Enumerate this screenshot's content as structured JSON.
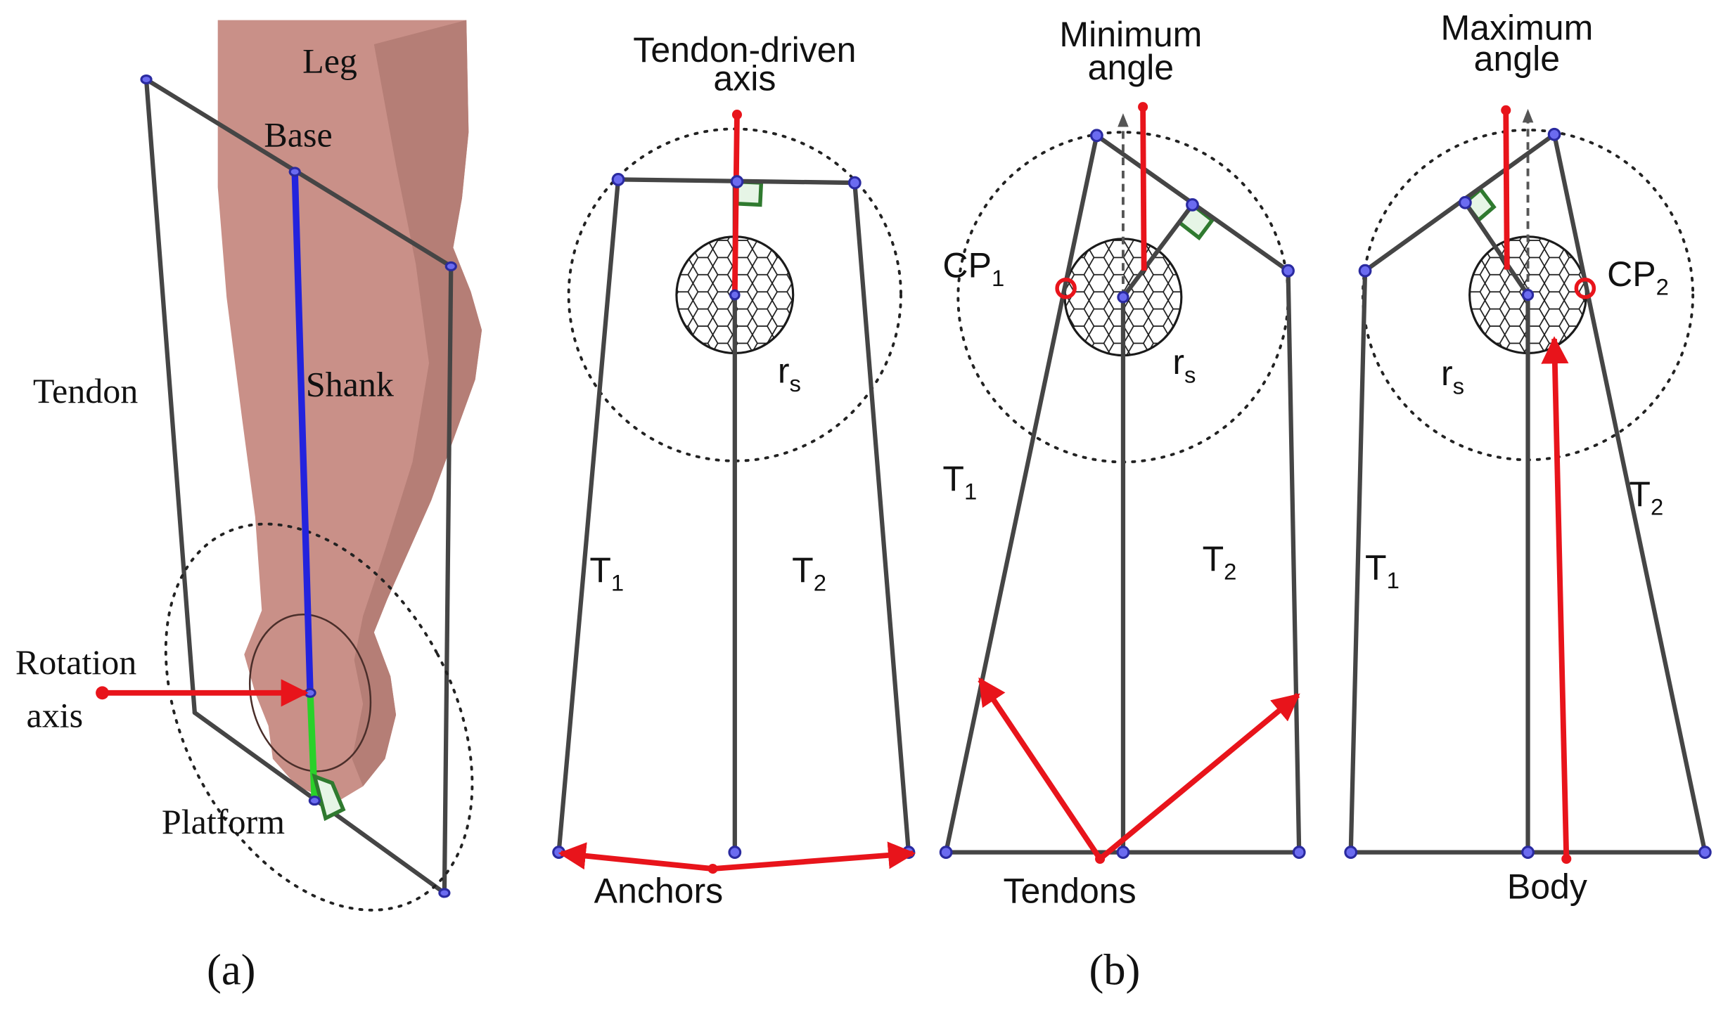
{
  "colors": {
    "leg": "#c99088",
    "leg_dark": "#9a6a62",
    "tendon_line": "#454545",
    "shank_line": "#2323dd",
    "platform_link": "#2ad12a",
    "marker": "#e8141b",
    "joint": "#6b6bf0",
    "right_angle": "#2f7a2f"
  },
  "icons": {
    "joint_marker": "filled-circle",
    "contact_point": "hollow-circle",
    "shaft": "hexagon-mesh-disc"
  },
  "panel_a": {
    "caption": "(a)",
    "leg": "Leg",
    "base": "Base",
    "tendon": "Tendon",
    "shank": "Shank",
    "rotation_line1": "Rotation",
    "rotation_line2": "axis",
    "platform": "Platform"
  },
  "panel_b": {
    "caption": "(b)",
    "views": [
      {
        "title_line1": "Tendon-driven",
        "title_line2": "axis",
        "t1": "T",
        "t1_sub": "1",
        "t2": "T",
        "t2_sub": "2",
        "r": "r",
        "r_sub": "s",
        "bottom": "Anchors"
      },
      {
        "title_line1": "Minimum",
        "title_line2": "angle",
        "cp": "CP",
        "cp_sub": "1",
        "t1": "T",
        "t1_sub": "1",
        "t2": "T",
        "t2_sub": "2",
        "r": "r",
        "r_sub": "s",
        "bottom": "Tendons"
      },
      {
        "title_line1": "Maximum",
        "title_line2": "angle",
        "cp": "CP",
        "cp_sub": "2",
        "t1": "T",
        "t1_sub": "1",
        "t2": "T",
        "t2_sub": "2",
        "r": "r",
        "r_sub": "s",
        "bottom": "Body"
      }
    ]
  }
}
